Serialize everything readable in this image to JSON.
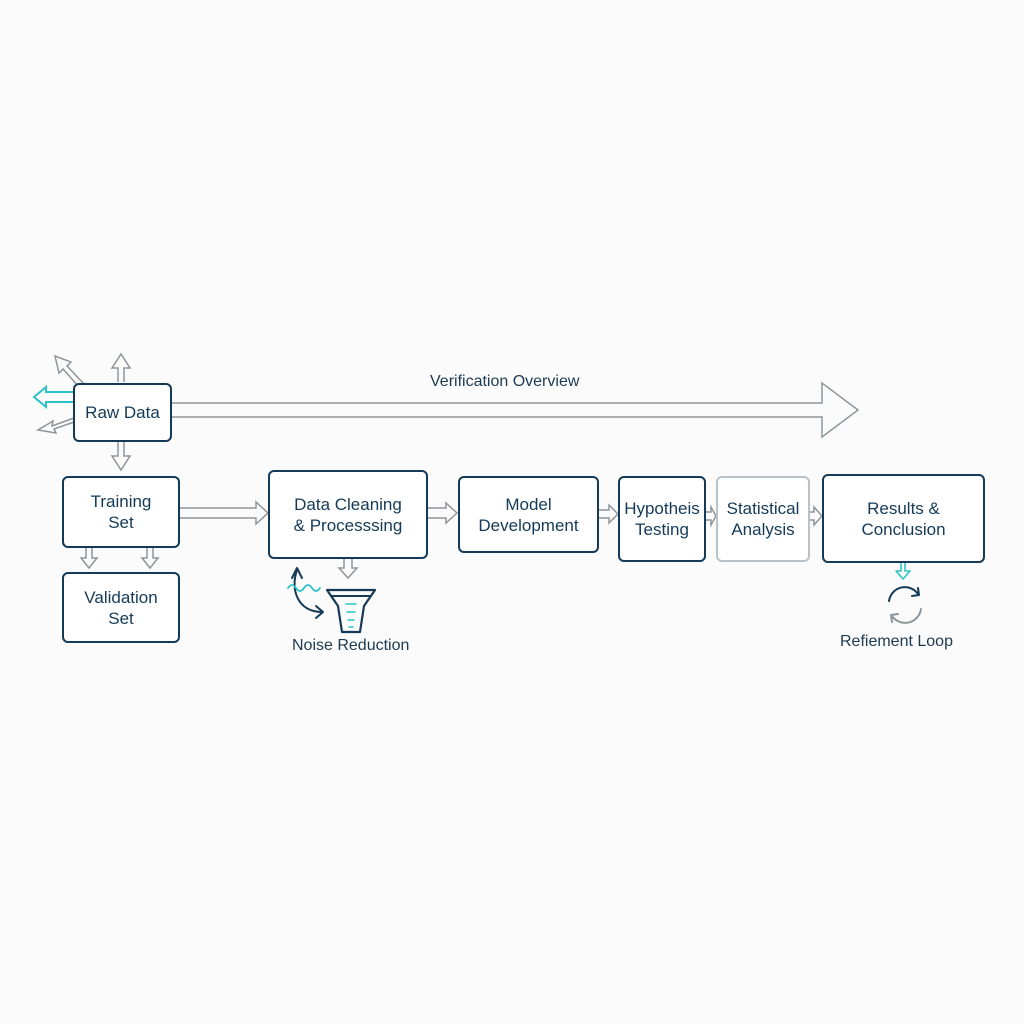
{
  "diagram": {
    "overview_label": "Verification Overview",
    "nodes": {
      "raw_data": "Raw Data",
      "training_set": "Training\nSet",
      "validation_set": "Validation\nSet",
      "data_cleaning": "Data Cleaning\n& Processsing",
      "model_development": "Model\nDevelopment",
      "hypothesis_testing": "Hypotheis\nTesting",
      "statistical_analysis": "Statistical\nAnalysis",
      "results_conclusion": "Results &\nConclusion"
    },
    "noise_reduction_label": "Noise Reduction",
    "refinement_loop_label": "Refiement Loop",
    "colors": {
      "box_border": "#143a57",
      "muted_border": "#b9c2c9",
      "arrow_gray": "#8e969c",
      "accent_teal": "#2cc3c8"
    },
    "icons": [
      "filter-funnel-icon",
      "curved-arrow-icon",
      "wave-icon",
      "refresh-cycle-icon"
    ]
  }
}
